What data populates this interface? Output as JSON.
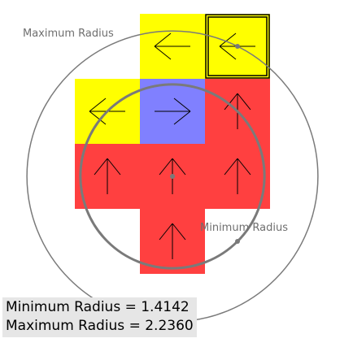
{
  "grid": {
    "rows": [
      [
        "empty",
        "yellow",
        "yellow-selected"
      ],
      [
        "yellow",
        "blue",
        "red"
      ],
      [
        "red",
        "red",
        "red"
      ],
      [
        "empty",
        "red",
        "empty"
      ]
    ],
    "arrows": [
      [
        null,
        "left",
        "left"
      ],
      [
        "left",
        "right",
        "up"
      ],
      [
        "up",
        "up",
        "up"
      ],
      [
        null,
        "up",
        null
      ]
    ],
    "colors": {
      "yellow": "#ffff00",
      "blue": "#8080ff",
      "red": "#ff4040",
      "arrow": "#000000",
      "circle": "#7a7a7a"
    }
  },
  "circles": {
    "center_cell": [
      2,
      1
    ],
    "minimum_radius": 1.4142,
    "maximum_radius": 2.236
  },
  "labels": {
    "maximum": "Maximum Radius",
    "minimum": "Minimum Radius"
  },
  "readout": {
    "minimum_line": "Minimum Radius = 1.4142",
    "maximum_line": "Maximum Radius = 2.2360"
  }
}
